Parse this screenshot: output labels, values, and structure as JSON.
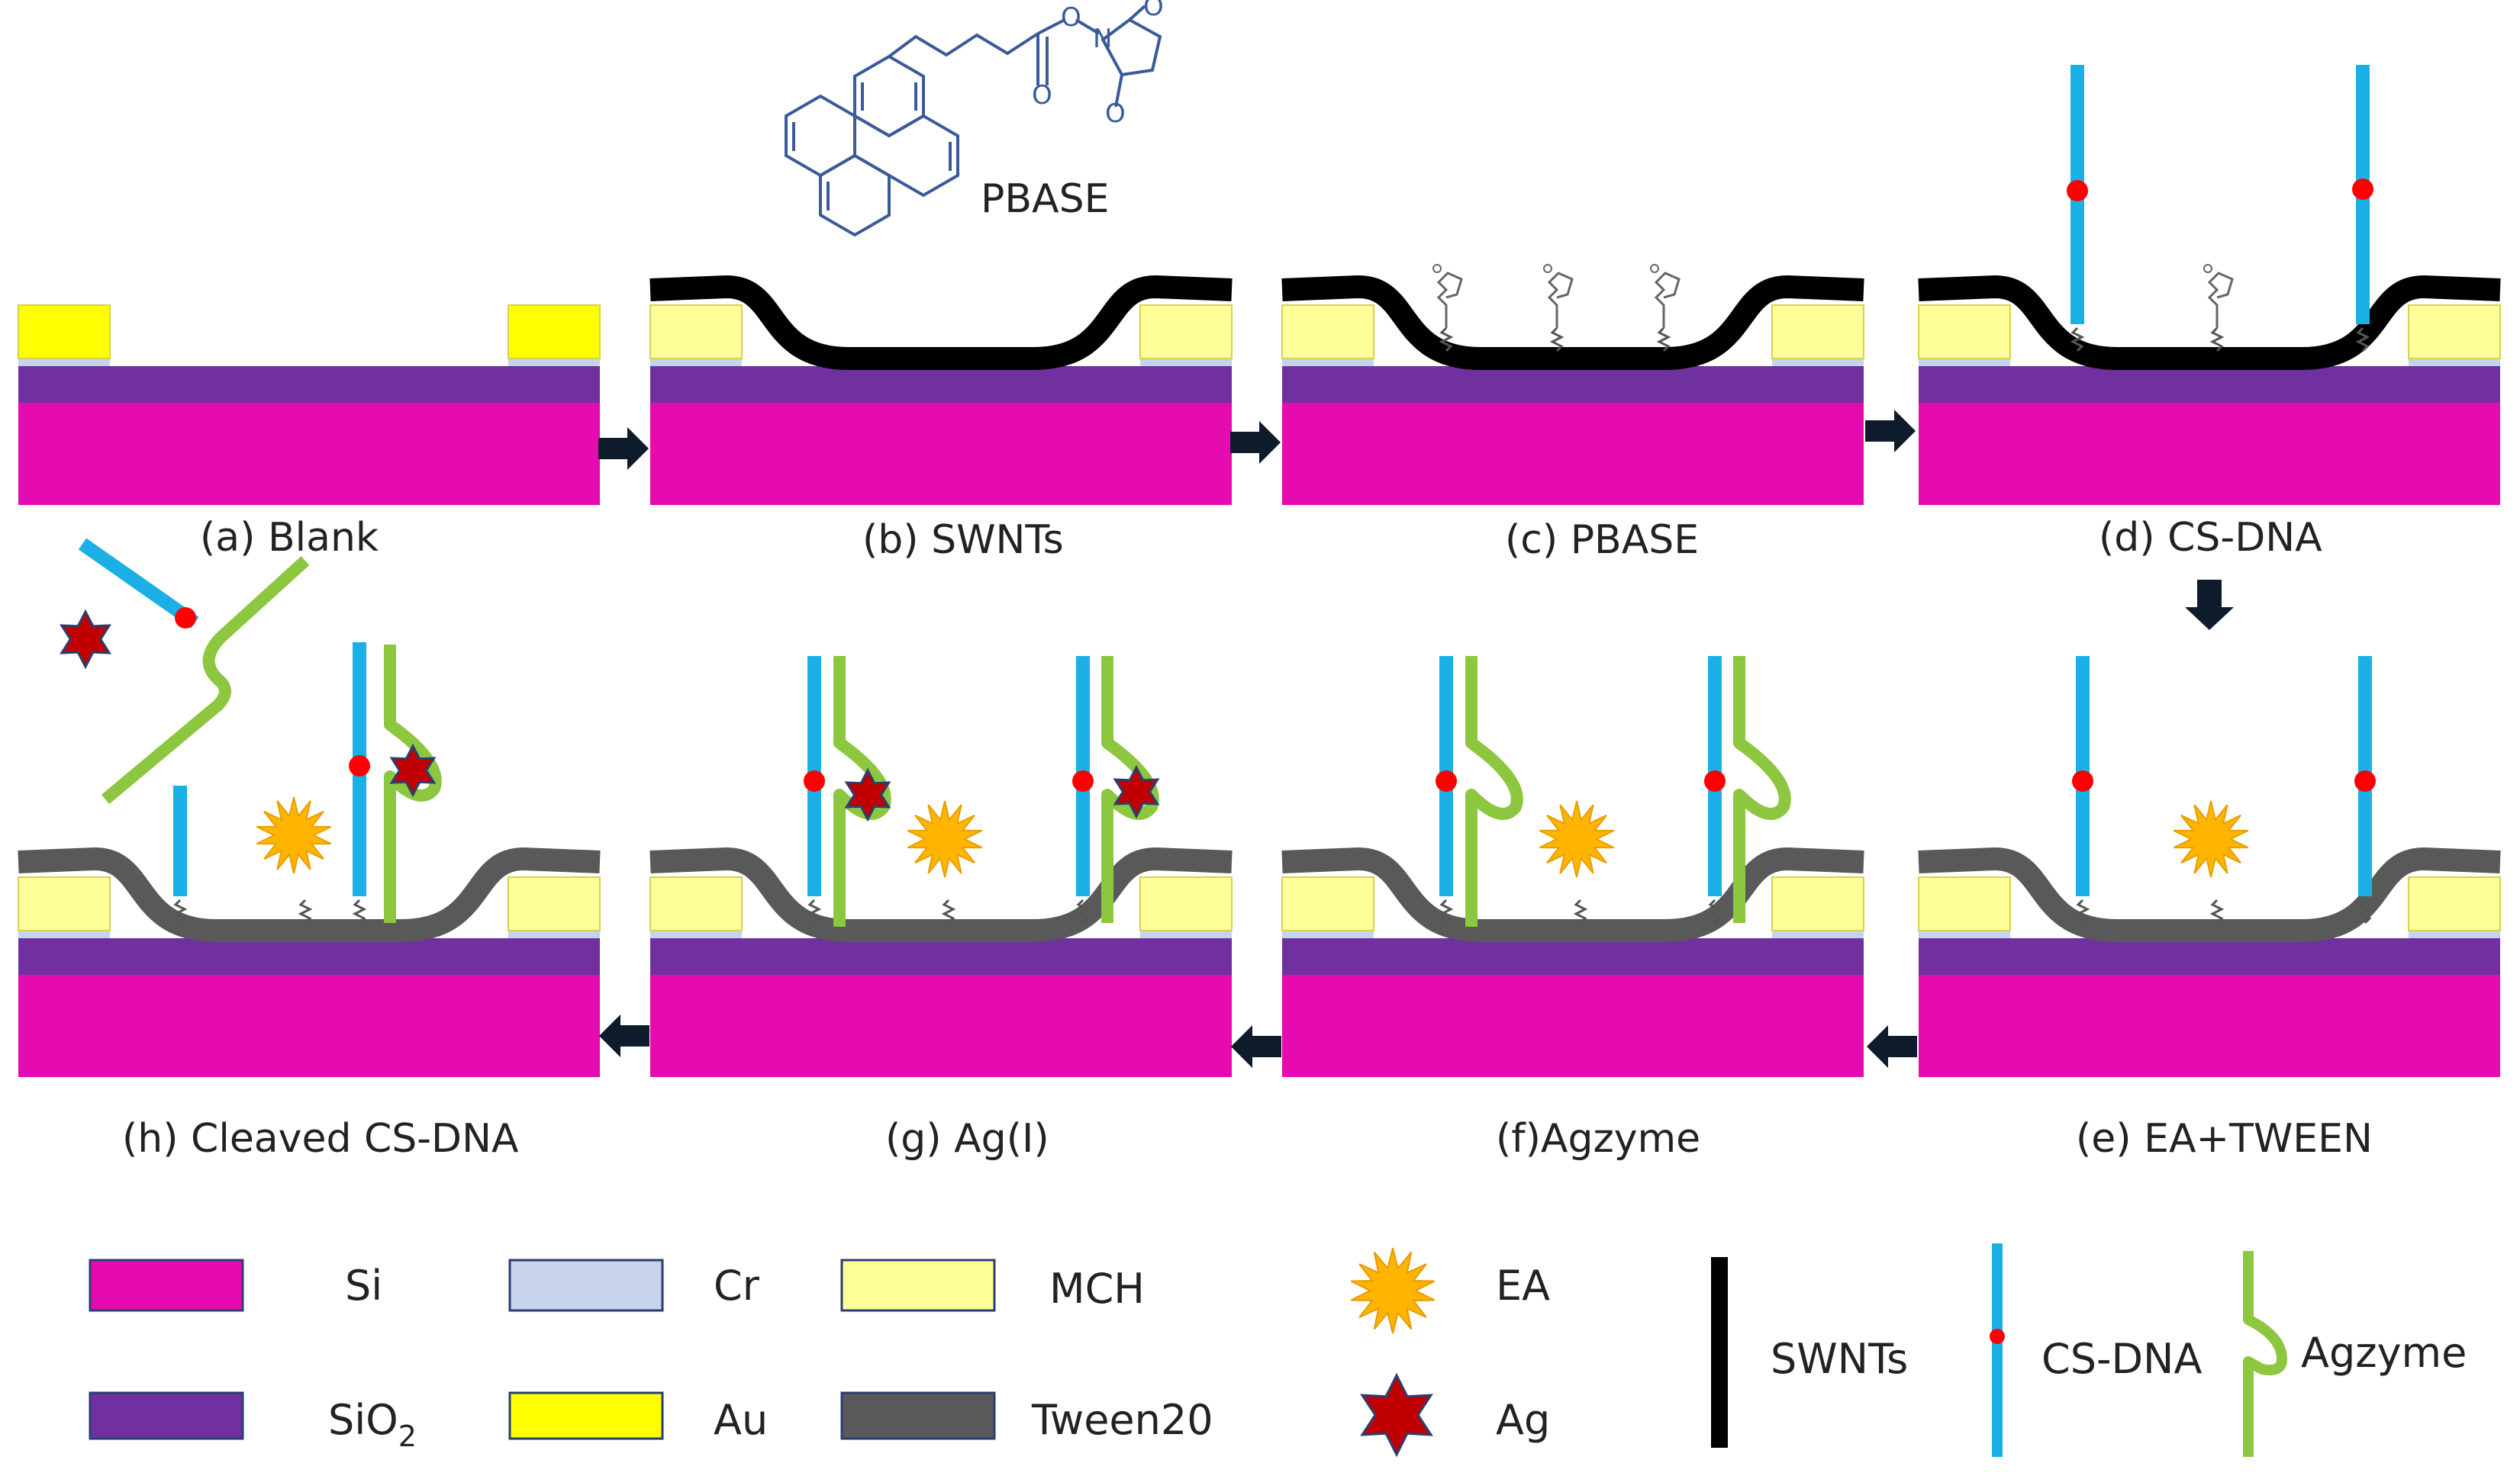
{
  "panels": [
    {
      "id": "a",
      "label": "(a) Blank"
    },
    {
      "id": "b",
      "label": "(b) SWNTs"
    },
    {
      "id": "c",
      "label": "(c) PBASE"
    },
    {
      "id": "d",
      "label": "(d) CS-DNA"
    },
    {
      "id": "e",
      "label": "(e) EA+TWEEN"
    },
    {
      "id": "f",
      "label": "(f)Agzyme"
    },
    {
      "id": "g",
      "label": "(g) Ag(I)"
    },
    {
      "id": "h",
      "label": "(h) Cleaved CS-DNA"
    }
  ],
  "molecule": {
    "label": "PBASE"
  },
  "legend": {
    "si": "Si",
    "sio2": "SiO",
    "sio2_sub": "2",
    "cr": "Cr",
    "au": "Au",
    "mch": "MCH",
    "tween": "Tween20",
    "ea": "EA",
    "ag": "Ag",
    "swnts": "SWNTs",
    "csdna": "CS-DNA",
    "agzyme": "Agzyme"
  },
  "colors": {
    "si": "#e60ab1",
    "sio2": "#7030a0",
    "cr": "#c7d3ec",
    "au": "#ffff00",
    "mch": "#ffff99",
    "swnt": "#000000",
    "tween": "#595959",
    "csdna": "#1ab0e6",
    "agzyme": "#8dc63f",
    "cleave_site": "#ff0000",
    "ag": "#c00000",
    "ea": "#ffb400",
    "arrow": "#0d1b2a",
    "molecule": "#3b5a9a"
  }
}
